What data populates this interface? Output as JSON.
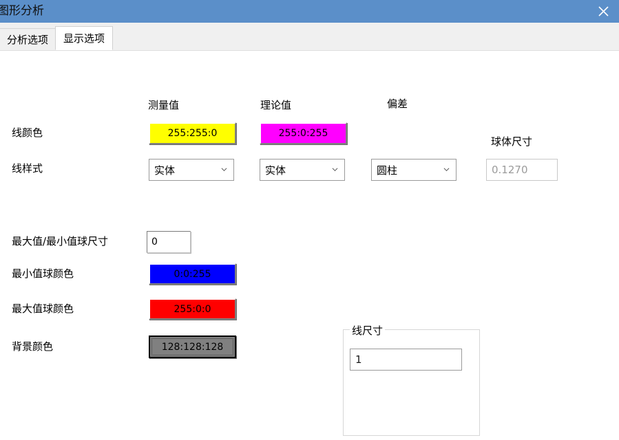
{
  "window": {
    "title": "图形分析",
    "close_icon": "close-icon",
    "titlebar_color": "#5b8fc9"
  },
  "tabs": [
    {
      "label": "分析选项",
      "active": false
    },
    {
      "label": "显示选项",
      "active": true
    }
  ],
  "columns": {
    "measured": "测量值",
    "theoretical": "理论值",
    "deviation": "偏差"
  },
  "rows": {
    "line_color_label": "线颜色",
    "line_style_label": "线样式",
    "minmax_sphere_size_label": "最大值/最小值球尺寸",
    "min_sphere_color_label": "最小值球颜色",
    "max_sphere_color_label": "最大值球颜色",
    "background_color_label": "背景颜色"
  },
  "line_color": {
    "measured": {
      "value": "255:255:0",
      "color": "#ffff00",
      "text_color": "#000000"
    },
    "theoretical": {
      "value": "255:0:255",
      "color": "#ff00ff",
      "text_color": "#000000"
    }
  },
  "line_style": {
    "measured": {
      "value": "实体"
    },
    "theoretical": {
      "value": "实体"
    },
    "deviation": {
      "value": "圆柱"
    }
  },
  "sphere_size": {
    "label": "球体尺寸",
    "value": "0.1270",
    "disabled": true
  },
  "minmax_sphere_size": {
    "value": "0"
  },
  "min_sphere_color": {
    "value": "0:0:255",
    "color": "#0000ff",
    "text_color": "#000000"
  },
  "max_sphere_color": {
    "value": "255:0:0",
    "color": "#ff0000",
    "text_color": "#000000"
  },
  "background_color": {
    "value": "128:128:128",
    "color": "#808080",
    "text_color": "#000000",
    "focused": true
  },
  "line_size_group": {
    "title": "线尺寸",
    "value": "1"
  }
}
